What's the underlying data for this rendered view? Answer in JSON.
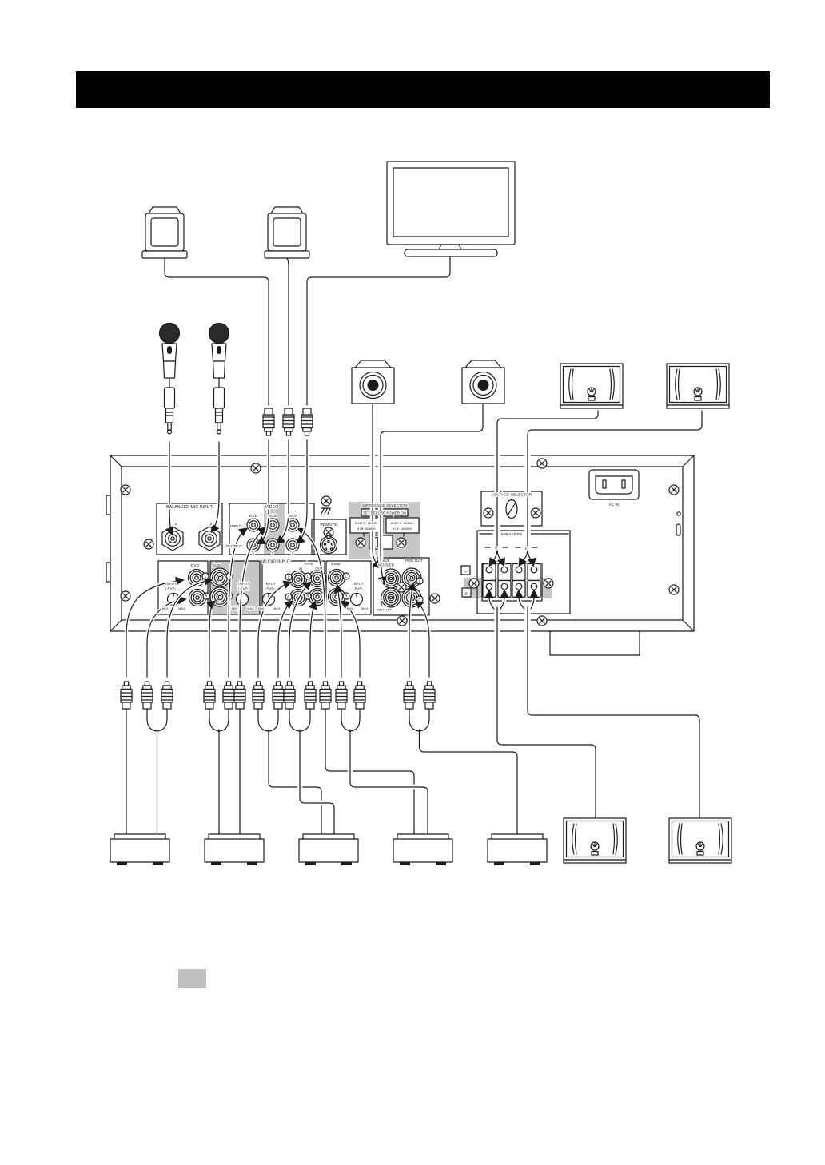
{
  "colors": {
    "ink": "#1c1c1c",
    "gray_highlight": "#c6c7c9",
    "title_bar": "#000000",
    "legend_swatch": "#bfc0c2"
  },
  "panel": {
    "mic": {
      "title": "BALANCED MIC INPUT",
      "jack1": "1",
      "jack2": "2"
    },
    "video": {
      "title": "VIDEO",
      "dvd": "DVD",
      "aux": "AUX",
      "bgv": "BGV",
      "input": "INPUT",
      "output": "OUTPUT",
      "n1": "1",
      "n2": "2",
      "n3": "3"
    },
    "remote": {
      "title": "REMOTE"
    },
    "impedance": {
      "title": "IMPEDANCE SELECTOR",
      "warning": "SET BEFORE POWER ON",
      "left1": "A OR B: 4ΩMIN.",
      "left2": "A+B: 8ΩMIN.",
      "right1": "A OR B: 8ΩMIN.",
      "right2": "A+B: 16ΩMIN."
    },
    "audio": {
      "title": "AUDIO INPUT",
      "dvd": "DVD",
      "aux": "AUX",
      "tape": "TAPE",
      "tape_in": "IN",
      "tape_out": "OUT",
      "bgm": "BGM",
      "input": "INPUT",
      "level": "LEVEL",
      "min": "MIN.",
      "max": "MAX.",
      "l": "L",
      "r": "R"
    },
    "subwoofer": {
      "line1": "SUB",
      "line2": "WOOFER",
      "jack1": "1",
      "jack2": "2",
      "lpf": "WITH LPF"
    },
    "preout": {
      "title": "PRE OUT",
      "l": "L",
      "r": "R"
    },
    "voltage": {
      "title": "VOLTAGE SELECTOR"
    },
    "ac": {
      "label": "AC IN"
    },
    "speakers": {
      "title": "SPEAKERS",
      "r": "R",
      "l": "L",
      "a": "A",
      "b": "B"
    }
  }
}
